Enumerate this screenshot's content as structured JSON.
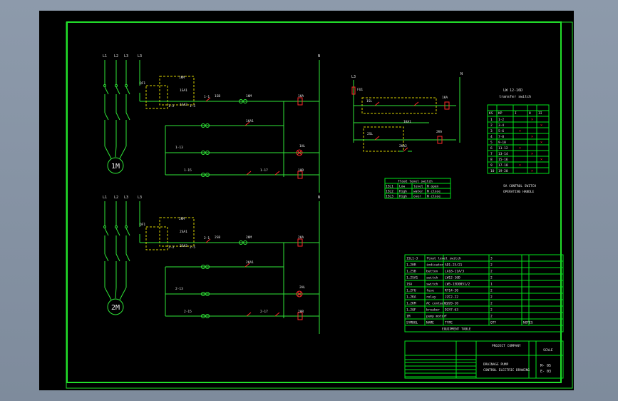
{
  "colors": {
    "frame": "#00e21a",
    "wire": "#2fe637",
    "device": "#ff2a2a",
    "dash": "#d8d200",
    "text": "#e6e6e6",
    "paper": "#000000"
  },
  "circuit1": {
    "phases": [
      "L1",
      "L2",
      "L3",
      "L3"
    ],
    "neutral": "N",
    "motor": "1M",
    "labels": [
      "QF1",
      "1KM",
      "1SA1",
      "1SA2",
      "1SB",
      "1KM",
      "1KA",
      "1KA1",
      "1HL",
      "1HR",
      "1-1",
      "1-3",
      "1-5",
      "1-13",
      "1-15",
      "1-17"
    ]
  },
  "circuit2": {
    "phases": [
      "L1",
      "L2",
      "L3",
      "L3"
    ],
    "neutral": "N",
    "motor": "2M",
    "labels": [
      "QF1",
      "2KM",
      "2SA1",
      "2SA2",
      "2SB",
      "2KM",
      "2KA",
      "2KA1",
      "2HL",
      "2HR",
      "2-1",
      "2-3",
      "2-5",
      "2-13",
      "2-15",
      "2-17"
    ]
  },
  "control3": {
    "phase": "L3",
    "neutral": "N",
    "labels": [
      "FU1",
      "1KA",
      "2KA",
      "1SL",
      "2SL",
      "1KA1",
      "2KA2"
    ]
  },
  "switch_table": {
    "title": "LW 12-16D",
    "subtitle": "transfer switch",
    "head": [
      "KS",
      "KP",
      "I",
      "O",
      "II"
    ],
    "rows": [
      "1",
      "2",
      "3",
      "4",
      "5",
      "6",
      "7",
      "8",
      "9",
      "10"
    ],
    "contacts": [
      "1-2",
      "3-4",
      "5-6",
      "7-8",
      "9-10",
      "11-12",
      "13-14",
      "15-16",
      "17-18",
      "19-20"
    ]
  },
  "switch_note": [
    "SA CONTROL SWITCH",
    "OPERATING HANDLE"
  ],
  "float_table": {
    "title": "float level switch",
    "rows": [
      [
        "1SL1",
        "Low",
        "level",
        "N open"
      ],
      [
        "1SL2",
        "High",
        "water",
        "N close"
      ],
      [
        "1SL3",
        "High",
        "over",
        "N close"
      ]
    ]
  },
  "parts_table": {
    "rows": [
      [
        "1SL1-3",
        "float level switch",
        "",
        "3",
        ""
      ],
      [
        "1,2HR",
        "indicator",
        "AD1-25/21",
        "2",
        ""
      ],
      [
        "1,2SB",
        "button",
        "LA18-11A/3",
        "2",
        ""
      ],
      [
        "1,2SA1",
        "switch",
        "LW12-16D",
        "2",
        ""
      ],
      [
        "1SA",
        "switch",
        "LW5-15D0051/2",
        "1",
        ""
      ],
      [
        "1,2FU",
        "fuse",
        "RT14-20",
        "2",
        ""
      ],
      [
        "1,2KA",
        "relay",
        "JZC2-22",
        "2",
        ""
      ],
      [
        "1,2KM",
        "AC contactor",
        "CJ20-10",
        "2",
        ""
      ],
      [
        "1,2QF",
        "breaker",
        "DZ47-63",
        "2",
        ""
      ],
      [
        "1M",
        "pump motor",
        "Y",
        "2",
        ""
      ]
    ],
    "head": [
      "SYMBOL",
      "NAME",
      "TYPE",
      "QTY",
      "NOTES"
    ],
    "footer": "EQUIPMENT TABLE"
  },
  "title_block": {
    "company": "PROJECT COMPANY",
    "drawing_title": [
      "DRAINAGE PUMP",
      "CONTROL ELECTRIC DRAWING"
    ],
    "number": "M- 05",
    "sheet": "E- 03",
    "scale": "SCALE"
  }
}
